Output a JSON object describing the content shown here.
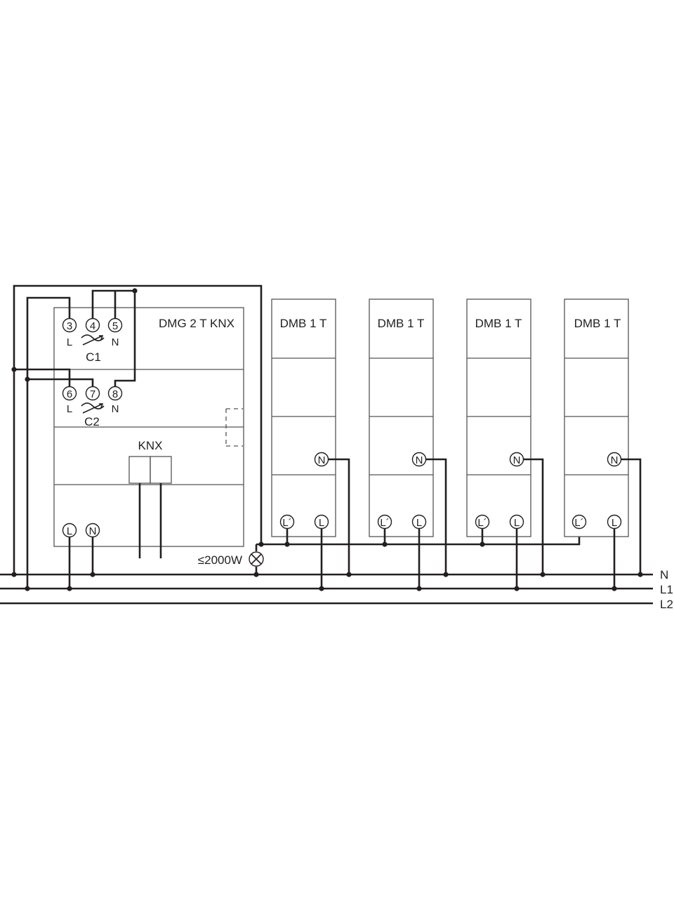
{
  "dimmer": {
    "name": "DMG 2 T KNX",
    "channel1": {
      "terminals": [
        "3",
        "4",
        "5"
      ],
      "letters": [
        "L",
        "N"
      ],
      "label": "C1"
    },
    "channel2": {
      "terminals": [
        "6",
        "7",
        "8"
      ],
      "letters": [
        "L",
        "N"
      ],
      "label": "C2"
    },
    "knx_label": "KNX",
    "supply_terminals": [
      "L",
      "N"
    ]
  },
  "boosters": [
    {
      "name": "DMB 1 T",
      "n_terminal": "N",
      "out_terminal": "L´",
      "in_terminal": "L"
    },
    {
      "name": "DMB 1 T",
      "n_terminal": "N",
      "out_terminal": "L´",
      "in_terminal": "L"
    },
    {
      "name": "DMB 1 T",
      "n_terminal": "N",
      "out_terminal": "L´",
      "in_terminal": "L"
    },
    {
      "name": "DMB 1 T",
      "n_terminal": "N",
      "out_terminal": "L´",
      "in_terminal": "L"
    }
  ],
  "load": {
    "label": "≤2000W"
  },
  "rails": [
    "N",
    "L1",
    "L2"
  ]
}
